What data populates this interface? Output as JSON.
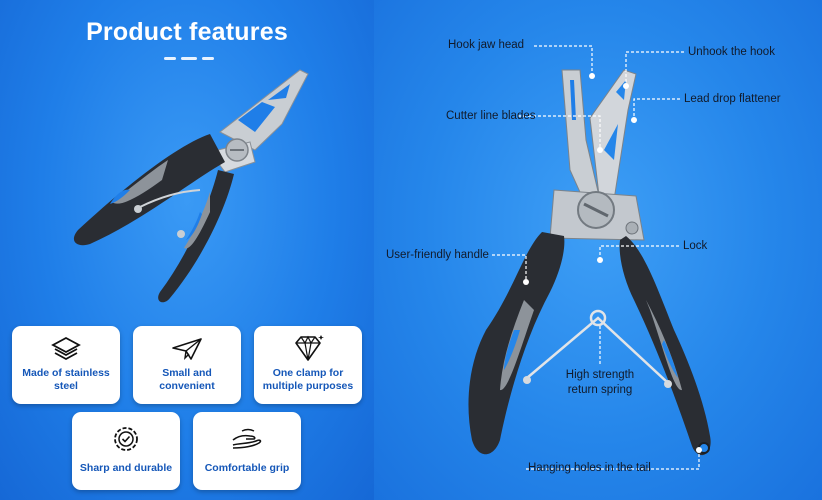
{
  "left": {
    "title": "Product features",
    "features": [
      {
        "icon": "layers-icon",
        "label": "Made of stainless steel"
      },
      {
        "icon": "paper-plane-icon",
        "label": "Small and convenient"
      },
      {
        "icon": "diamond-icon",
        "label": "One clamp for multiple purposes"
      },
      {
        "icon": "gear-badge-icon",
        "label": "Sharp and durable"
      },
      {
        "icon": "hand-wave-icon",
        "label": "Comfortable grip"
      }
    ]
  },
  "right": {
    "callouts": {
      "hook_jaw_head": "Hook jaw head",
      "unhook": "Unhook the hook",
      "lead_drop": "Lead drop flattener",
      "cutter": "Cutter line blades",
      "lock": "Lock",
      "handle": "User-friendly handle",
      "spring": "High strength return spring",
      "holes": "Hanging holes in the tail"
    }
  },
  "colors": {
    "background": "#1f7ee8",
    "card_text": "#1557b8",
    "handle": "#2a2d33",
    "steel": "#c8cdd2",
    "leader_line": "#ffffff"
  }
}
